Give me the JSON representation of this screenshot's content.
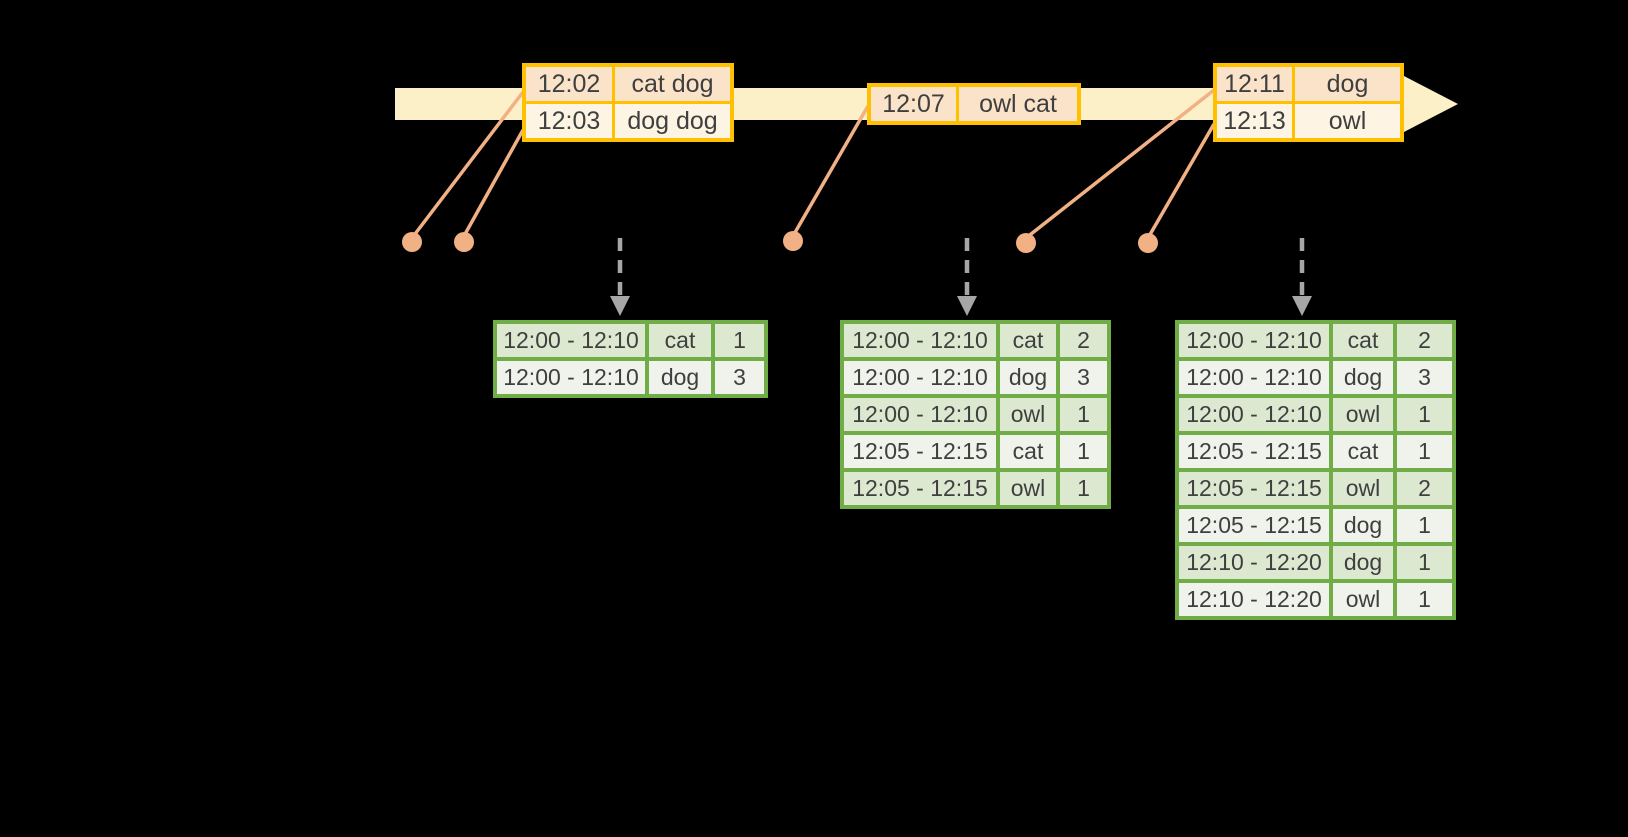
{
  "timeline": {
    "event_tables": [
      {
        "rows": [
          {
            "time": "12:02",
            "words": "cat dog"
          },
          {
            "time": "12:03",
            "words": "dog dog"
          }
        ]
      },
      {
        "rows": [
          {
            "time": "12:07",
            "words": "owl cat"
          }
        ]
      },
      {
        "rows": [
          {
            "time": "12:11",
            "words": "dog"
          },
          {
            "time": "12:13",
            "words": "owl"
          }
        ]
      }
    ]
  },
  "result_tables": [
    {
      "rows": [
        {
          "window": "12:00 - 12:10",
          "word": "cat",
          "count": "1"
        },
        {
          "window": "12:00 - 12:10",
          "word": "dog",
          "count": "3"
        }
      ]
    },
    {
      "rows": [
        {
          "window": "12:00 - 12:10",
          "word": "cat",
          "count": "2"
        },
        {
          "window": "12:00 - 12:10",
          "word": "dog",
          "count": "3"
        },
        {
          "window": "12:00 - 12:10",
          "word": "owl",
          "count": "1"
        },
        {
          "window": "12:05 - 12:15",
          "word": "cat",
          "count": "1"
        },
        {
          "window": "12:05 - 12:15",
          "word": "owl",
          "count": "1"
        }
      ]
    },
    {
      "rows": [
        {
          "window": "12:00 - 12:10",
          "word": "cat",
          "count": "2"
        },
        {
          "window": "12:00 - 12:10",
          "word": "dog",
          "count": "3"
        },
        {
          "window": "12:00 - 12:10",
          "word": "owl",
          "count": "1"
        },
        {
          "window": "12:05 - 12:15",
          "word": "cat",
          "count": "1"
        },
        {
          "window": "12:05 - 12:15",
          "word": "owl",
          "count": "2"
        },
        {
          "window": "12:05 - 12:15",
          "word": "dog",
          "count": "1"
        },
        {
          "window": "12:10 - 12:20",
          "word": "dog",
          "count": "1"
        },
        {
          "window": "12:10 - 12:20",
          "word": "owl",
          "count": "1"
        }
      ]
    }
  ],
  "colors": {
    "background": "#000000",
    "timeline_fill": "#FBF0C8",
    "event_table_border": "#FFC000",
    "event_row_peach": "#FAE3C8",
    "event_row_cream": "#FDF4E4",
    "result_table_border": "#70AD47",
    "result_row_dark": "#DDE8D1",
    "result_row_light": "#EFF3EB",
    "connector_salmon": "#F2B184",
    "trigger_arrow_gray": "#A6A6A6",
    "text": "#3F3F3F"
  }
}
